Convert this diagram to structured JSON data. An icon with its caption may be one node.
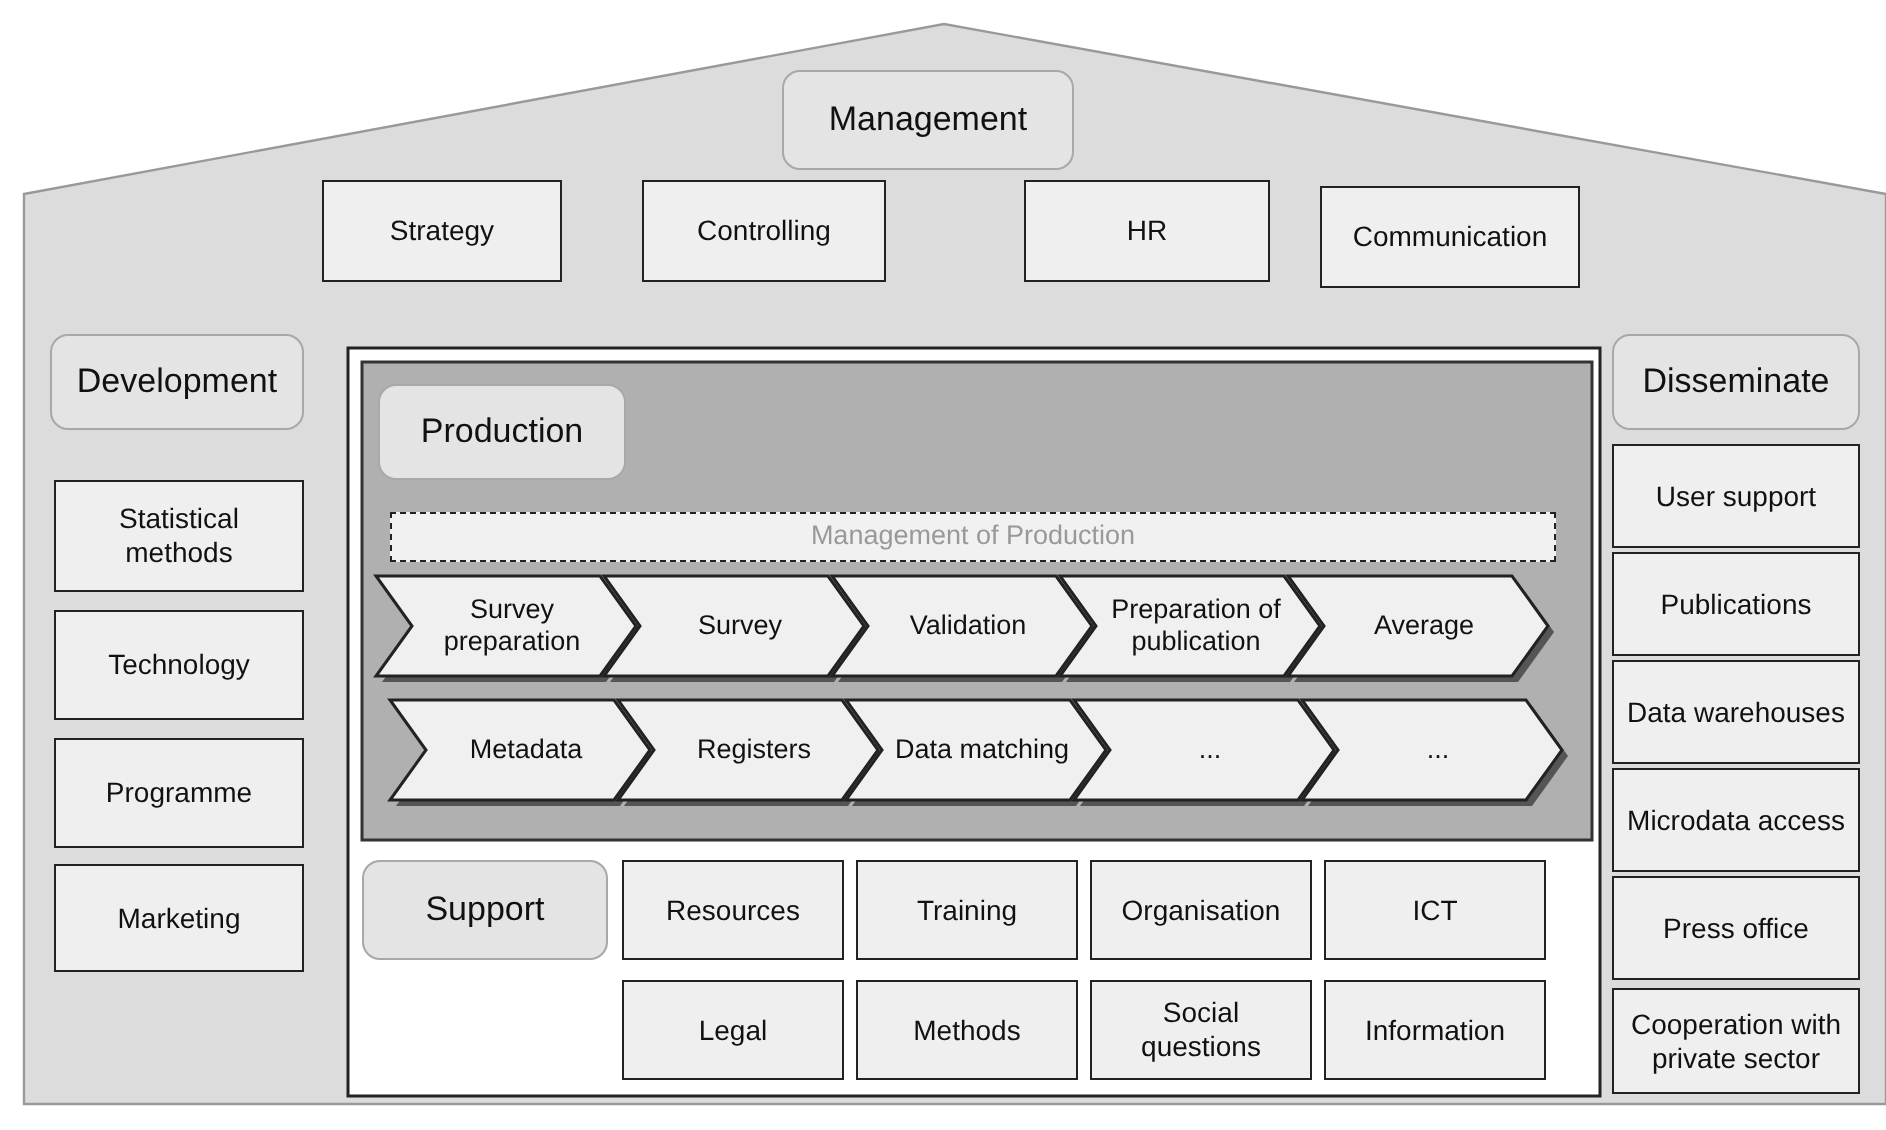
{
  "diagram": {
    "nodes": [
      {
        "text": [
          "Management"
        ]
      },
      {
        "text": [
          "Strategy"
        ]
      },
      {
        "text": [
          "Controlling"
        ]
      },
      {
        "text": [
          "HR"
        ]
      },
      {
        "text": [
          "Communication"
        ]
      },
      {
        "text": [
          "Development"
        ]
      },
      {
        "text": [
          "Statistical methods"
        ]
      },
      {
        "text": [
          "Technology"
        ]
      },
      {
        "text": [
          "Programme"
        ]
      },
      {
        "text": [
          "Marketing"
        ]
      },
      {
        "text": [
          "Production"
        ]
      },
      {
        "text": [
          "Management of Production"
        ]
      },
      {
        "text": [
          "Survey preparation"
        ]
      },
      {
        "text": [
          "Survey"
        ]
      },
      {
        "text": [
          "Validation"
        ]
      },
      {
        "text": [
          "Preparation of publication"
        ]
      },
      {
        "text": [
          "Average"
        ]
      },
      {
        "text": [
          "Metadata"
        ]
      },
      {
        "text": [
          "Registers"
        ]
      },
      {
        "text": [
          "Data matching"
        ]
      },
      {
        "text": [
          "..."
        ]
      },
      {
        "text": [
          "..."
        ]
      },
      {
        "text": [
          "Support"
        ]
      },
      {
        "text": [
          "Resources"
        ]
      },
      {
        "text": [
          "Training"
        ]
      },
      {
        "text": [
          "Organisation"
        ]
      },
      {
        "text": [
          "ICT"
        ]
      },
      {
        "text": [
          "Legal"
        ]
      },
      {
        "text": [
          "Methods"
        ]
      },
      {
        "text": [
          "Social questions"
        ]
      },
      {
        "text": [
          "Information"
        ]
      },
      {
        "text": [
          "Disseminate"
        ]
      },
      {
        "text": [
          "User support"
        ]
      },
      {
        "text": [
          "Publications"
        ]
      },
      {
        "text": [
          "Data warehouses"
        ]
      },
      {
        "text": [
          "Microdata access"
        ]
      },
      {
        "text": [
          "Press office"
        ]
      },
      {
        "text": [
          "Cooperation with private sector"
        ]
      }
    ]
  }
}
